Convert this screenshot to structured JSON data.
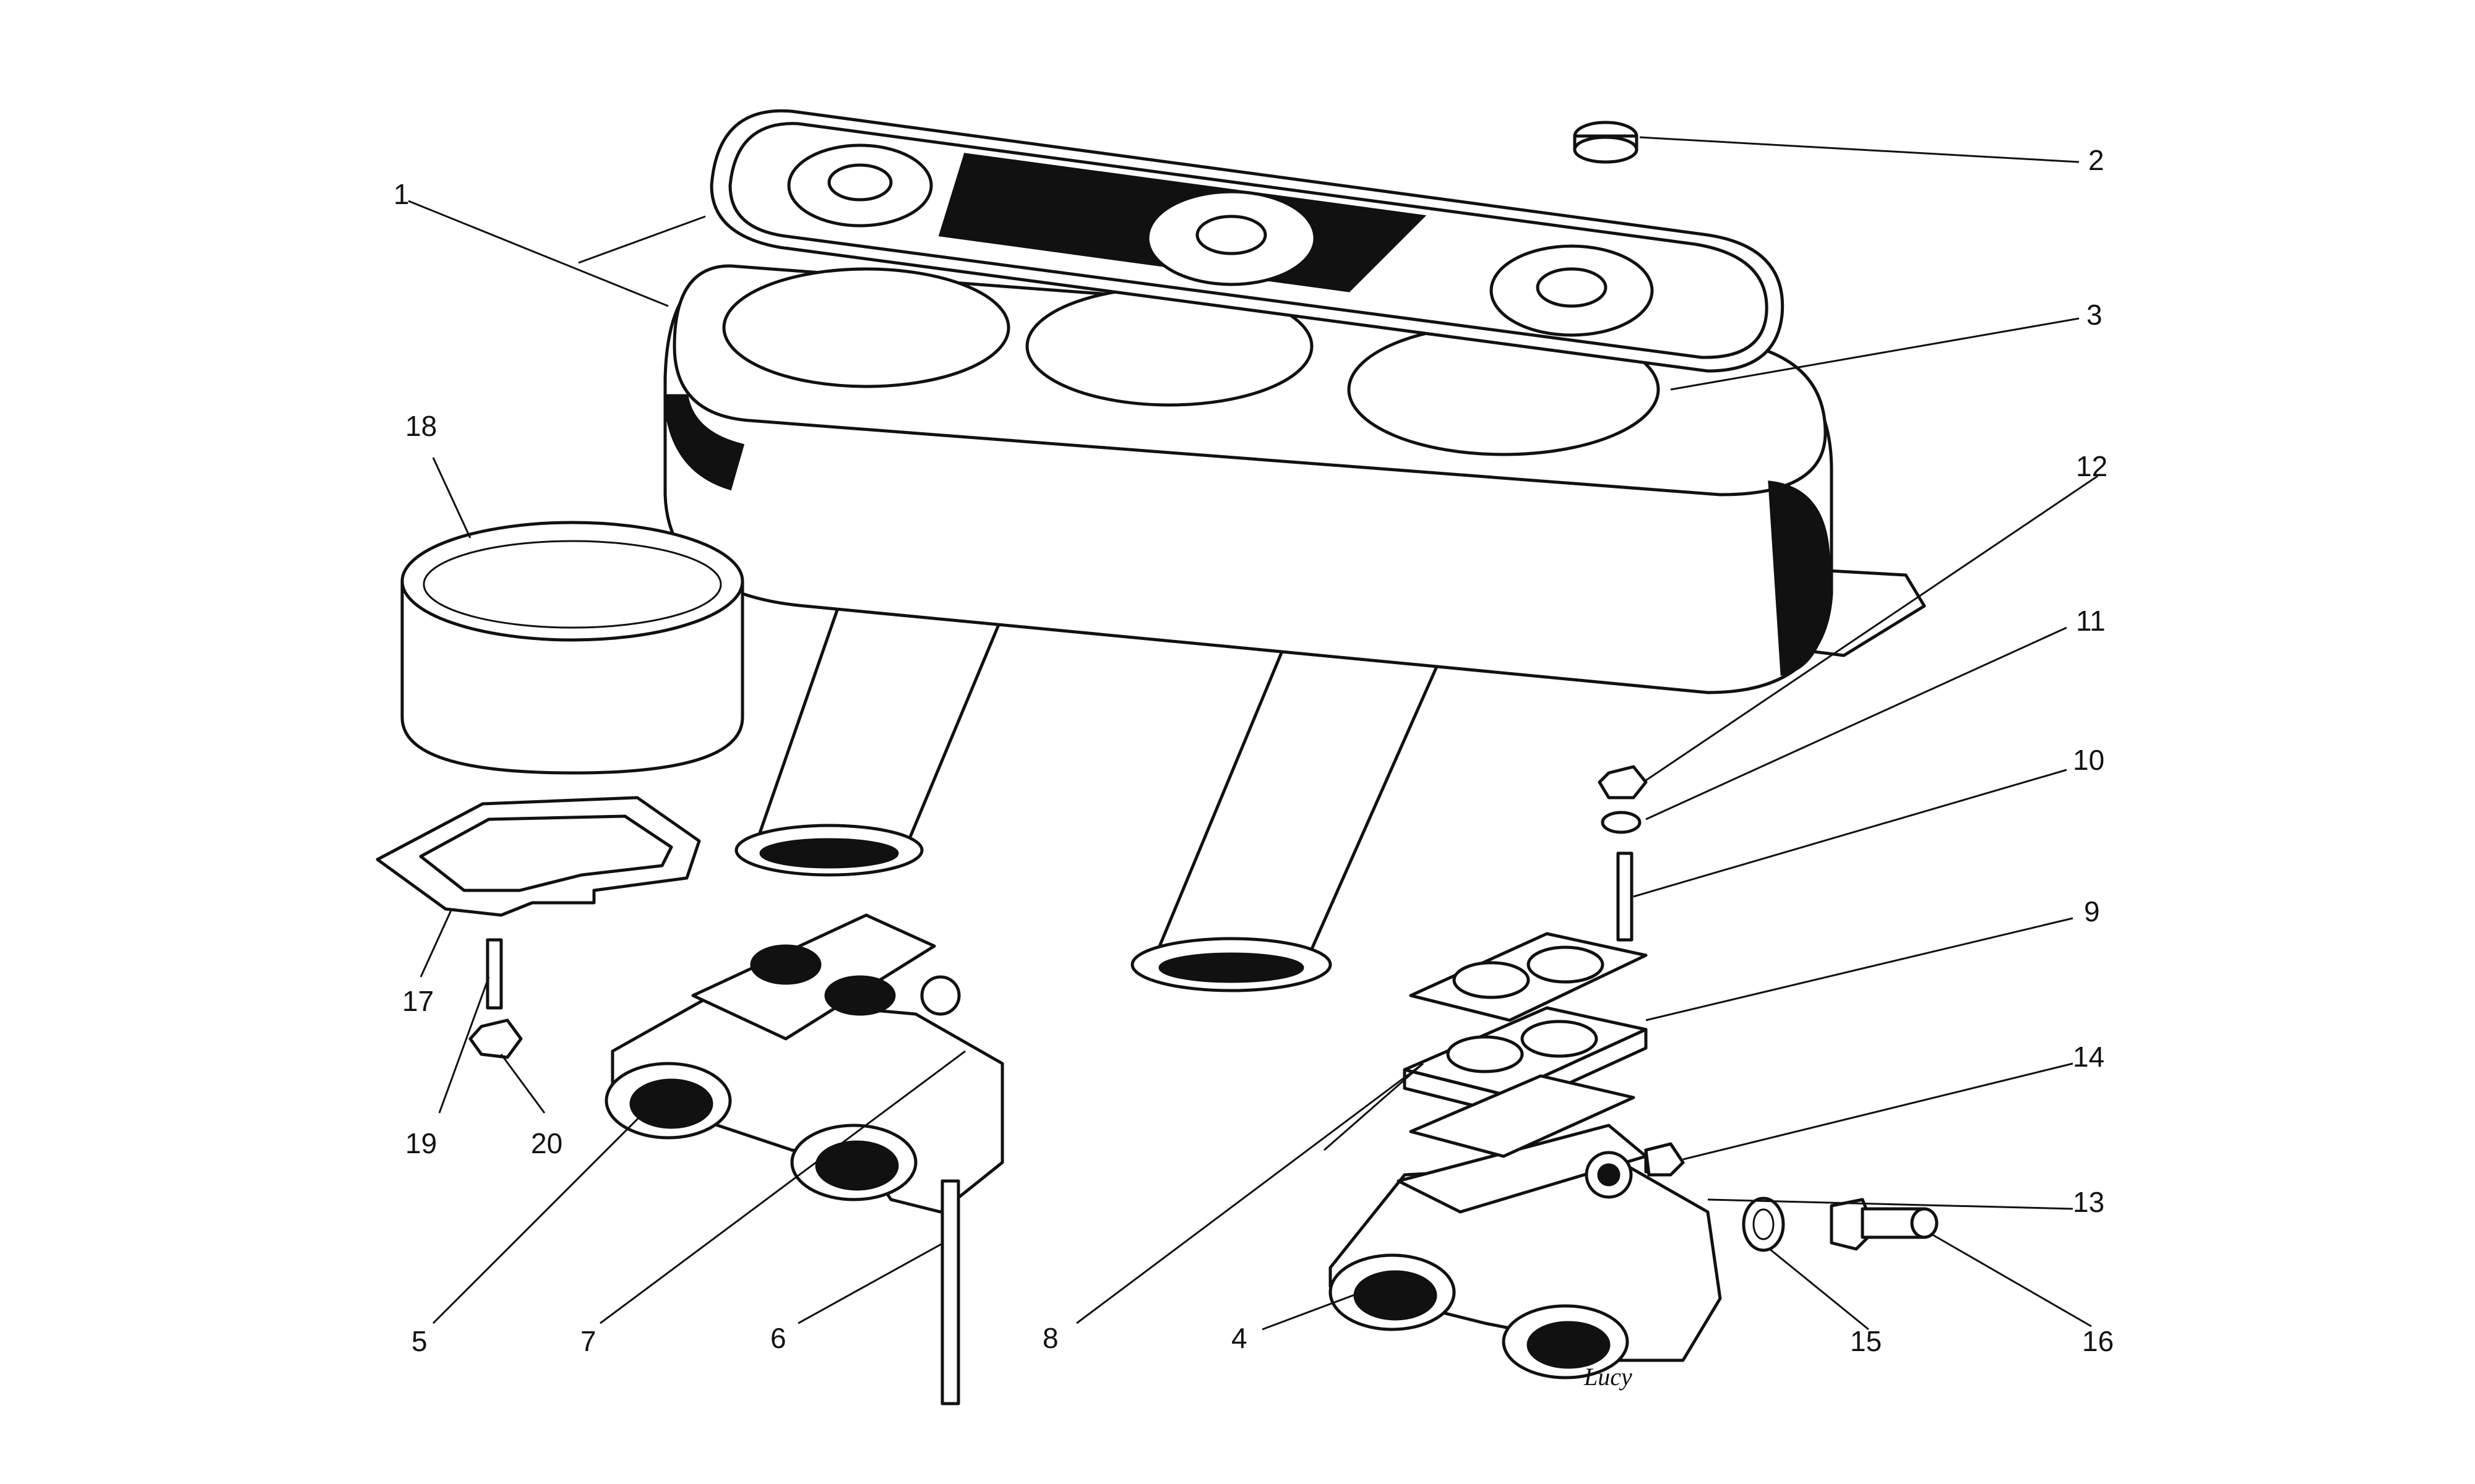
{
  "diagram": {
    "callouts": [
      {
        "id": "1",
        "label": "1"
      },
      {
        "id": "2",
        "label": "2"
      },
      {
        "id": "3",
        "label": "3"
      },
      {
        "id": "4",
        "label": "4"
      },
      {
        "id": "5",
        "label": "5"
      },
      {
        "id": "6",
        "label": "6"
      },
      {
        "id": "7",
        "label": "7"
      },
      {
        "id": "8",
        "label": "8"
      },
      {
        "id": "9",
        "label": "9"
      },
      {
        "id": "10",
        "label": "10"
      },
      {
        "id": "11",
        "label": "11"
      },
      {
        "id": "12",
        "label": "12"
      },
      {
        "id": "13",
        "label": "13"
      },
      {
        "id": "14",
        "label": "14"
      },
      {
        "id": "15",
        "label": "15"
      },
      {
        "id": "16",
        "label": "16"
      },
      {
        "id": "17",
        "label": "17"
      },
      {
        "id": "18",
        "label": "18"
      },
      {
        "id": "19",
        "label": "19"
      },
      {
        "id": "20",
        "label": "20"
      }
    ],
    "signature": "Lucy"
  }
}
